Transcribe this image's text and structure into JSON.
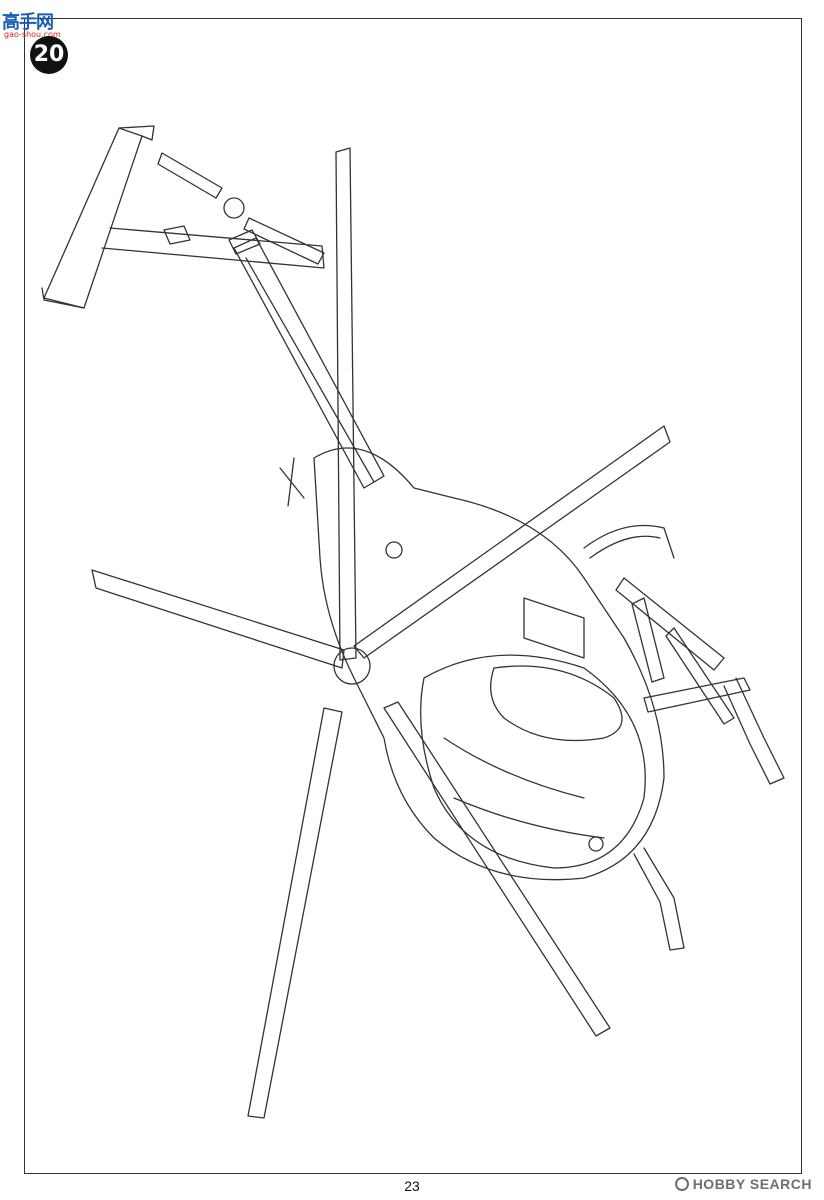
{
  "header": {
    "site_logo_text": "高手网",
    "site_url": "gao-shou.com",
    "badge_number": "20"
  },
  "footer": {
    "page_number": "23",
    "watermark": "HOBBY SEARCH"
  },
  "colors": {
    "line": "#333333",
    "badge": "#111111",
    "logo_blue": "#1a5fb4",
    "logo_red": "#d22222",
    "watermark": "#6e6e6e"
  },
  "icons": [
    "helicopter-line-drawing",
    "hobby-search-logo-icon"
  ]
}
